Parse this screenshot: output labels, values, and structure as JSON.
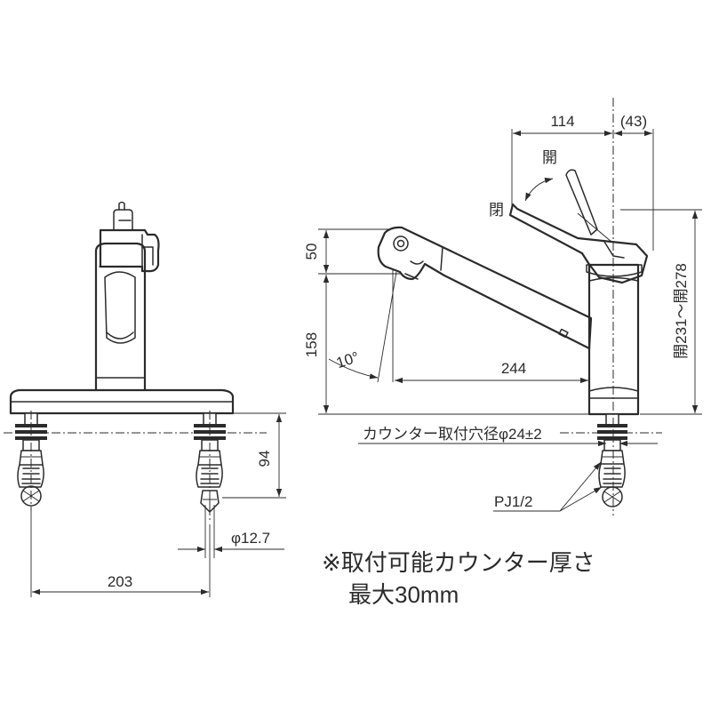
{
  "dimensions": {
    "top_spout_reach": "114",
    "top_lever_offset": "(43)",
    "spout_head_height": "50",
    "spout_height": "158",
    "tilt_angle": "10°",
    "spout_length": "244",
    "height_range": "開231～開278",
    "mounting_depth": "94",
    "hose_diameter": "φ12.7",
    "mount_spacing": "203"
  },
  "labels": {
    "open": "開",
    "closed": "閉",
    "counter_hole": "カウンター取付穴径φ24±2",
    "thread": "PJ1/2"
  },
  "notes": {
    "line1": "※取付可能カウンター厚さ",
    "line2": "最大30mm"
  }
}
